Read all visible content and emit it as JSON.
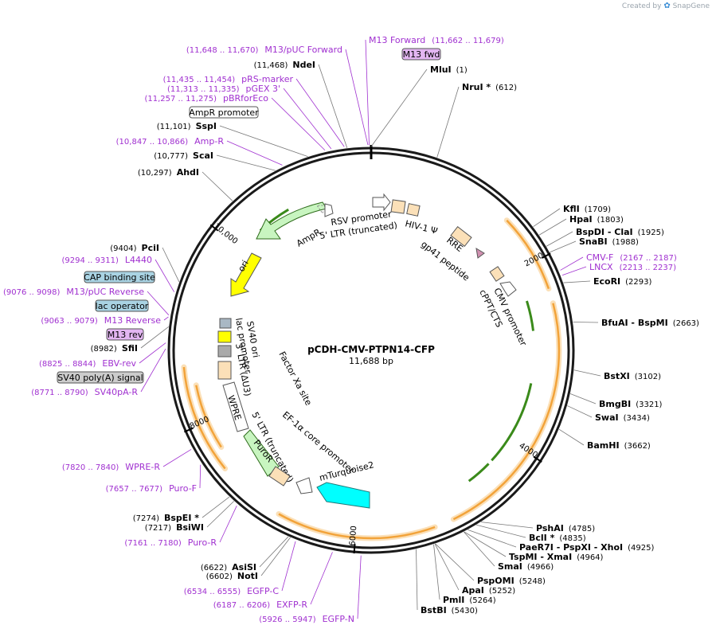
{
  "credit": {
    "prefix": "Created by",
    "brand": "SnapGene"
  },
  "plasmid": {
    "name": "pCDH-CMV-PTPN14-CFP",
    "size": "11,688 bp",
    "length": 11688
  },
  "ticks": [
    "2000",
    "4000",
    "6000",
    "8000",
    "10,000"
  ],
  "sites": [
    {
      "name": "MluI",
      "pos": "(1)"
    },
    {
      "name": "NruI *",
      "pos": "(612)"
    },
    {
      "name": "KflI",
      "pos": "(1709)"
    },
    {
      "name": "HpaI",
      "pos": "(1803)"
    },
    {
      "name": "BspDI - ClaI",
      "pos": "(1925)"
    },
    {
      "name": "SnaBI",
      "pos": "(1988)"
    },
    {
      "name": "EcoRI",
      "pos": "(2293)"
    },
    {
      "name": "BfuAI - BspMI",
      "pos": "(2663)"
    },
    {
      "name": "BstXI",
      "pos": "(3102)"
    },
    {
      "name": "BmgBI",
      "pos": "(3321)"
    },
    {
      "name": "SwaI",
      "pos": "(3434)"
    },
    {
      "name": "BamHI",
      "pos": "(3662)"
    },
    {
      "name": "PshAI",
      "pos": "(4785)"
    },
    {
      "name": "BclI *",
      "pos": "(4835)"
    },
    {
      "name": "PaeR7I - PspXI - XhoI",
      "pos": "(4925)"
    },
    {
      "name": "TspMI - XmaI",
      "pos": "(4964)"
    },
    {
      "name": "SmaI",
      "pos": "(4966)"
    },
    {
      "name": "PspOMI",
      "pos": "(5248)"
    },
    {
      "name": "ApaI",
      "pos": "(5252)"
    },
    {
      "name": "PmlI",
      "pos": "(5264)"
    },
    {
      "name": "BstBI",
      "pos": "(5430)"
    },
    {
      "name": "NotI",
      "pos": "(6602)"
    },
    {
      "name": "AsiSI",
      "pos": "(6622)"
    },
    {
      "name": "BsiWI",
      "pos": "(7217)"
    },
    {
      "name": "BspEI *",
      "pos": "(7274)"
    },
    {
      "name": "SfiI",
      "pos": "(8982)"
    },
    {
      "name": "PciI",
      "pos": "(9404)"
    },
    {
      "name": "AhdI",
      "pos": "(10,297)"
    },
    {
      "name": "ScaI",
      "pos": "(10,777)"
    },
    {
      "name": "SspI",
      "pos": "(11,101)"
    },
    {
      "name": "NdeI",
      "pos": "(11,468)"
    }
  ],
  "primers": [
    {
      "name": "M13 Forward",
      "pos": "(11,662 .. 11,679)"
    },
    {
      "name": "M13/pUC Forward",
      "pos": "(11,648 .. 11,670)"
    },
    {
      "name": "pRS-marker",
      "pos": "(11,435 .. 11,454)"
    },
    {
      "name": "pGEX 3'",
      "pos": "(11,313 .. 11,335)"
    },
    {
      "name": "pBRforEco",
      "pos": "(11,257 .. 11,275)"
    },
    {
      "name": "Amp-R",
      "pos": "(10,847 .. 10,866)"
    },
    {
      "name": "L4440",
      "pos": "(9294 .. 9311)"
    },
    {
      "name": "M13/pUC Reverse",
      "pos": "(9076 .. 9098)"
    },
    {
      "name": "M13 Reverse",
      "pos": "(9063 .. 9079)"
    },
    {
      "name": "EBV-rev",
      "pos": "(8825 .. 8844)"
    },
    {
      "name": "SV40pA-R",
      "pos": "(8771 .. 8790)"
    },
    {
      "name": "WPRE-R",
      "pos": "(7820 .. 7840)"
    },
    {
      "name": "Puro-F",
      "pos": "(7657 .. 7677)"
    },
    {
      "name": "Puro-R",
      "pos": "(7161 .. 7180)"
    },
    {
      "name": "EGFP-C",
      "pos": "(6534 .. 6555)"
    },
    {
      "name": "EXFP-R",
      "pos": "(6187 .. 6206)"
    },
    {
      "name": "EGFP-N",
      "pos": "(5926 .. 5947)"
    },
    {
      "name": "CMV-F",
      "pos": "(2167 .. 2187)"
    },
    {
      "name": "LNCX",
      "pos": "(2213 .. 2237)"
    }
  ],
  "boxed": {
    "m13fwd": "M13 fwd",
    "amprprom": "AmpR promoter",
    "cap": "CAP binding site",
    "lacop": "lac operator",
    "m13rev": "M13 rev",
    "sv40pa": "SV40 poly(A) signal"
  },
  "features": {
    "rsv": "RSV promoter",
    "ltr5": "5' LTR (truncated)",
    "hiv": "HIV-1 Ψ",
    "rre": "RRE",
    "gp41": "gp41 peptide",
    "cppt": "cPPT/CTS",
    "cmv": "CMV promoter",
    "ampr": "AmpR",
    "ori": "ori",
    "lacprom": "lac promoter",
    "sv40ori": "SV40 ori",
    "ltr3": "3' LTR (ΔU3)",
    "factorxa": "Factor Xa site",
    "wpre": "WPRE",
    "ltr5b": "5' LTR (truncated)",
    "ef1a": "EF-1α core promoter",
    "puror": "PuroR",
    "mturq": "mTurquoise2"
  },
  "colors": {
    "backbone": "#1a1a1a",
    "orf": "#f2a33a",
    "orf_fill": "#fbe0b8",
    "primer": "#a030d0",
    "ampr": "#c8f5c0",
    "ori": "#ffff00",
    "mturq": "#00ffff",
    "boxed_purple": "#e3b6f2",
    "boxed_blue": "#a9d3e3",
    "boxed_grey": "#cccccc"
  }
}
